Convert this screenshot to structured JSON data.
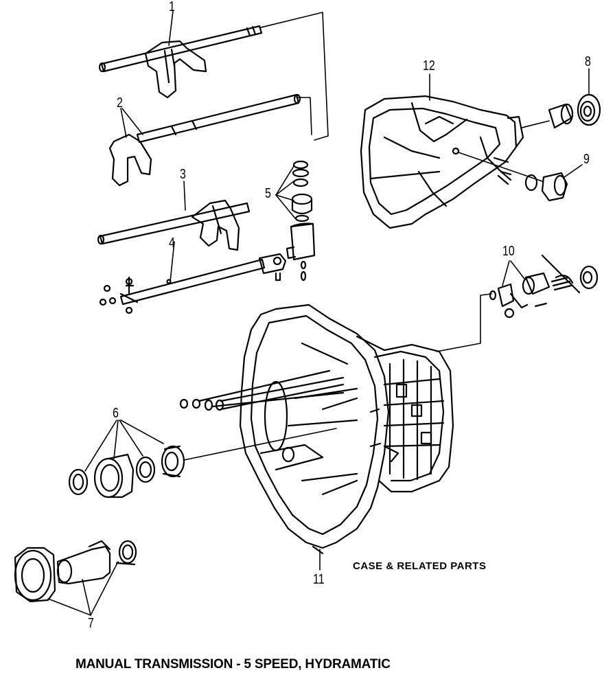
{
  "callouts": [
    {
      "id": "1",
      "text": "1"
    },
    {
      "id": "2",
      "text": "2"
    },
    {
      "id": "3",
      "text": "3"
    },
    {
      "id": "4",
      "text": "4"
    },
    {
      "id": "5",
      "text": "5"
    },
    {
      "id": "6",
      "text": "6"
    },
    {
      "id": "7",
      "text": "7"
    },
    {
      "id": "8",
      "text": "8"
    },
    {
      "id": "9",
      "text": "9"
    },
    {
      "id": "10",
      "text": "10"
    },
    {
      "id": "11",
      "text": "11"
    },
    {
      "id": "12",
      "text": "12"
    }
  ],
  "section_label": "CASE & RELATED PARTS",
  "caption": "MANUAL TRANSMISSION - 5 SPEED, HYDRAMATIC",
  "colors": {
    "ink": "#000000",
    "paper": "#ffffff"
  }
}
